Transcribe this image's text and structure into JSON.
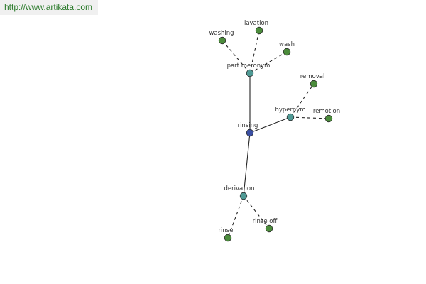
{
  "watermark": {
    "url_text": "http://www.artikata.com"
  },
  "colors": {
    "root": "#3a4fa3",
    "relation": "#4f9a95",
    "leaf": "#4c8c3c",
    "edge": "#222222",
    "watermark_text": "#2a7a2a"
  },
  "graph": {
    "root": {
      "id": "rinsing",
      "label": "rinsing"
    },
    "relations": [
      {
        "id": "part_meronym",
        "label": "part meronym"
      },
      {
        "id": "hypernym",
        "label": "hypernym"
      },
      {
        "id": "derivation",
        "label": "derivation"
      }
    ],
    "leaves": [
      {
        "id": "washing",
        "label": "washing",
        "relation": "part_meronym"
      },
      {
        "id": "lavation",
        "label": "lavation",
        "relation": "part_meronym"
      },
      {
        "id": "wash",
        "label": "wash",
        "relation": "part_meronym"
      },
      {
        "id": "removal",
        "label": "removal",
        "relation": "hypernym"
      },
      {
        "id": "remotion",
        "label": "remotion",
        "relation": "hypernym"
      },
      {
        "id": "rinse",
        "label": "rinse",
        "relation": "derivation"
      },
      {
        "id": "rinse_off",
        "label": "rinse off",
        "relation": "derivation"
      }
    ]
  }
}
